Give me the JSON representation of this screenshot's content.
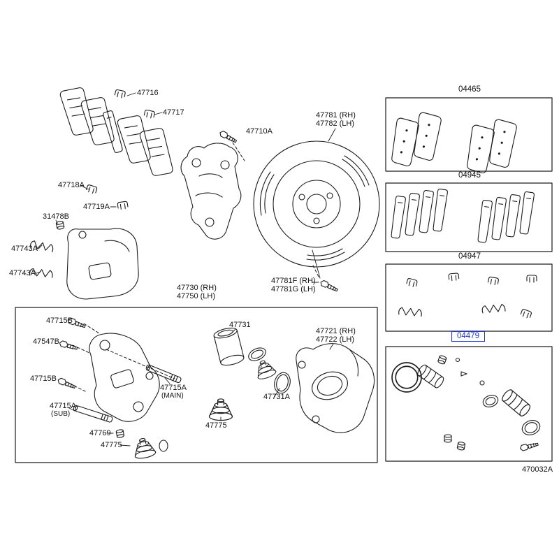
{
  "colors": {
    "highlight": "#2236cc",
    "line": "#1c1c1c"
  },
  "figure_code": "470032A",
  "parts": {
    "p47716": "47716",
    "p47717": "47717",
    "p47710A": "47710A",
    "p47781rh": "47781 (RH)",
    "p47782lh": "47782 (LH)",
    "p47718A": "47718A",
    "p47719A": "47719A",
    "p31478B": "31478B",
    "p47743A_a": "47743A",
    "p47743A_b": "47743A",
    "p47781Frh": "47781F (RH)",
    "p47781Glh": "47781G (LH)",
    "p47730rh": "47730 (RH)",
    "p47750lh": "47750 (LH)",
    "p47715B_a": "47715B",
    "p47547B": "47547B",
    "p47715B_b": "47715B",
    "p47715A_main": "47715A",
    "p47715A_main_tag": "(MAIN)",
    "p47715A_sub": "47715A",
    "p47715A_sub_tag": "(SUB)",
    "p47769": "47769",
    "p47775_a": "47775",
    "p47731": "47731",
    "p47775_b": "47775",
    "p47731A": "47731A",
    "p47721rh": "47721 (RH)",
    "p47722lh": "47722 (LH)"
  },
  "kits": {
    "k04465": "04465",
    "k04945": "04945",
    "k04947": "04947",
    "k04479": "04479",
    "highlighted_kit": "04479"
  }
}
